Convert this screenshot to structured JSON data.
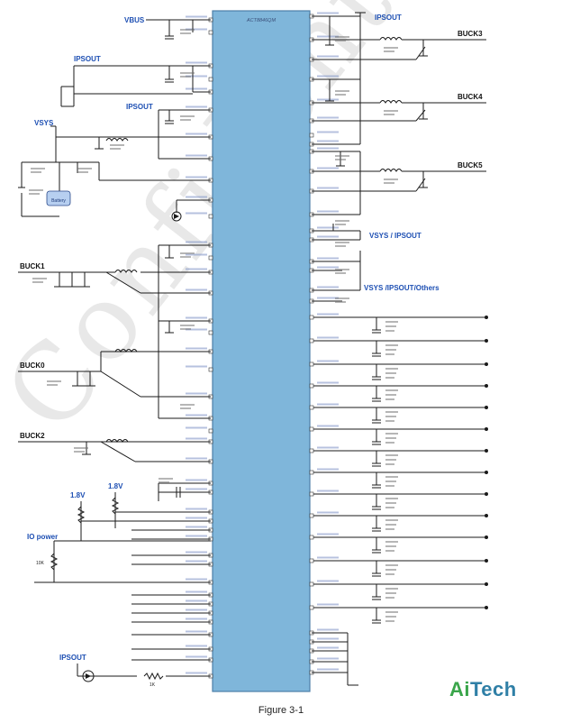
{
  "chip_label": "ACT8846QM",
  "net_labels": {
    "vbus": "VBUS",
    "ipsout_top_right": "IPSOUT",
    "ipsout_left_1": "IPSOUT",
    "ipsout_left_2": "IPSOUT",
    "vsys": "VSYS",
    "buck1": "BUCK1",
    "buck0": "BUCK0",
    "buck2": "BUCK2",
    "buck3": "BUCK3",
    "buck4": "BUCK4",
    "buck5": "BUCK5",
    "v18_a": "1.8V",
    "v18_b": "1.8V",
    "io_power": "IO power",
    "ipsout_bottom": "IPSOUT",
    "vsys_ipsout": "VSYS / IPSOUT",
    "vsys_ipsout_others": "VSYS /IPSOUT/Others"
  },
  "battery_label": "Battery",
  "resistor_10k": "10K",
  "resistor_1k": "1K",
  "caption": "Figure 3-1",
  "brand": {
    "ai": "Ai",
    "tech": "Tech"
  },
  "watermark": "Confidential for Internal",
  "colors": {
    "chip_fill": "#7fb6da",
    "chip_stroke": "#4d7fa8",
    "net_label": "#1d4fb3",
    "wire": "#1a1a1a"
  }
}
